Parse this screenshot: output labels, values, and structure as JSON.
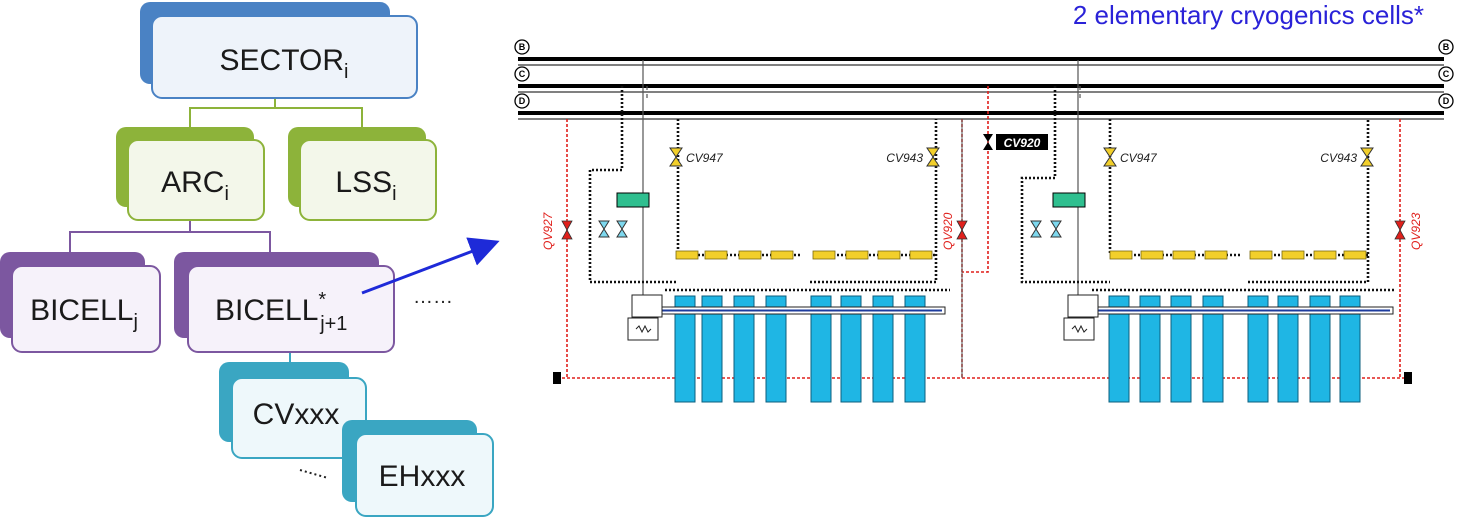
{
  "title": "2 elementary cryogenics cells*",
  "tree": {
    "sector": {
      "main": "SECTOR",
      "sub": "i"
    },
    "arc": {
      "main": "ARC",
      "sub": "i"
    },
    "lss": {
      "main": "LSS",
      "sub": "i"
    },
    "bicell_j": {
      "main": "BICELL",
      "sub": "j"
    },
    "bicell_j1": {
      "main": "BICELL",
      "sup": "*",
      "sub": "j+1"
    },
    "cv": {
      "main": "CVxxx"
    },
    "eh": {
      "main": "EHxxx"
    },
    "ellipsis": "……"
  },
  "buses": [
    "B",
    "C",
    "D"
  ],
  "valves": {
    "cv947": "CV947",
    "cv943": "CV943",
    "cv920": "CV920",
    "qv927": "QV927",
    "qv920": "QV920",
    "qv923": "QV923"
  },
  "colors": {
    "green": "#8db33a",
    "purple": "#7c57a0",
    "blue_node": "#4a82c4",
    "teal": "#3aa6c2",
    "magnet": "#1fb6e4",
    "red_line": "#e0201c",
    "arrow": "#1e2ad8"
  }
}
